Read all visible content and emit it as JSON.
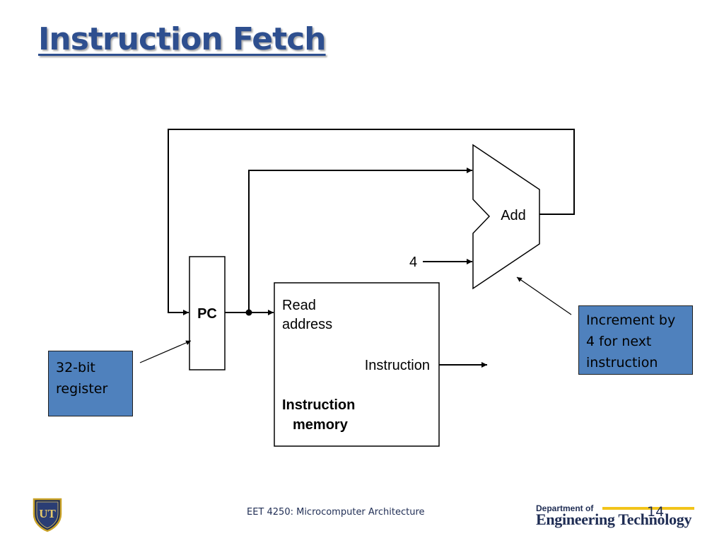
{
  "slide": {
    "title": "Instruction Fetch",
    "page_number": "14",
    "footer": "EET 4250: Microcomputer Architecture"
  },
  "diagram": {
    "pc_label": "PC",
    "adder_label": "Add",
    "constant_label": "4",
    "memory_port_read": "Read",
    "memory_port_address": "address",
    "memory_output_label": "Instruction",
    "memory_name_line1": "Instruction",
    "memory_name_line2": "memory"
  },
  "callouts": {
    "register": [
      "32-bit",
      "register"
    ],
    "increment": [
      "Increment by",
      "4 for next",
      "instruction"
    ]
  },
  "branding": {
    "logo_text": "UT",
    "dept_top": "Department of",
    "dept_main": "Engineering Technology",
    "colors": {
      "title": "#2e4f8f",
      "callout": "#4f81bd",
      "accent": "#f2c41a",
      "navy": "#1f2d54"
    }
  }
}
